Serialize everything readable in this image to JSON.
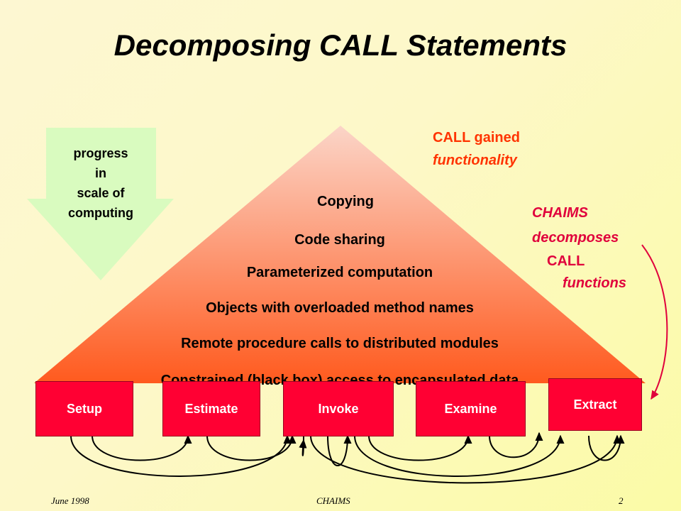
{
  "title": "Decomposing CALL Statements",
  "progress_arrow": {
    "lines": [
      "progress",
      "in",
      "scale of",
      "computing"
    ],
    "fill": "#d9fbbf"
  },
  "pyramid": {
    "levels": [
      "Copying",
      "Code sharing",
      "Parameterized computation",
      "Objects with overloaded method names",
      "Remote procedure calls to distributed modules",
      "Constrained  (black box)  access to encapsulated data"
    ],
    "color_top": "#fbd5c8",
    "color_bottom": "#ff5a1e"
  },
  "call_gained": {
    "line1": "CALL gained",
    "line2": "functionality",
    "color": "#ff3300"
  },
  "chaims": {
    "lines": [
      "CHAIMS",
      "decomposes",
      "CALL",
      "functions"
    ],
    "color": "#e0003c"
  },
  "boxes": [
    "Setup",
    "Estimate",
    "Invoke",
    "Examine",
    "Extract"
  ],
  "box_color": "#ff0033",
  "footer": {
    "left": "June 1998",
    "center": "CHAIMS",
    "right": "2"
  }
}
